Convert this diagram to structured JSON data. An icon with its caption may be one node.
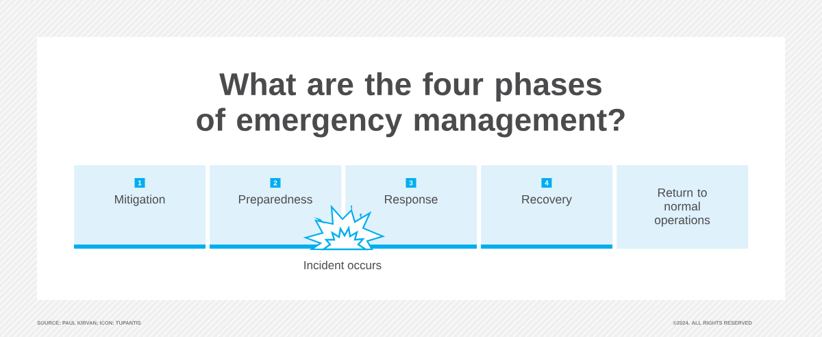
{
  "diagram": {
    "title": "What are the four phases of emergency management?",
    "nodes": [
      {
        "text": [
          "1",
          "Mitigation"
        ]
      },
      {
        "text": [
          "2",
          "Preparedness"
        ]
      },
      {
        "text": [
          "3",
          "Response"
        ]
      },
      {
        "text": [
          "4",
          "Recovery"
        ]
      },
      {
        "text": [
          "Return to normal operations"
        ]
      }
    ],
    "labels": [
      "Incident occurs",
      "SOURCE: PAUL KIRVAN; ICON: TUPANTIS",
      "©2024. ALL RIGHTS RESERVED"
    ]
  }
}
